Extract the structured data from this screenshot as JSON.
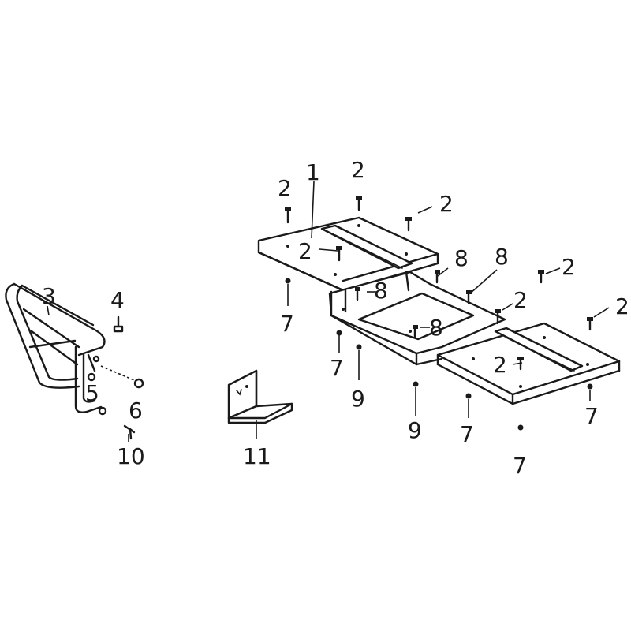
{
  "callouts": {
    "c1": "1",
    "c2a": "2",
    "c2b": "2",
    "c2c": "2",
    "c2d": "2",
    "c2e": "2",
    "c2f": "2",
    "c2g": "2",
    "c2h": "2",
    "c3": "3",
    "c4": "4",
    "c5": "5",
    "c6": "6",
    "c7a": "7",
    "c7b": "7",
    "c7c": "7",
    "c7d": "7",
    "c7e": "7",
    "c8a": "8",
    "c8b": "8",
    "c8c": "8",
    "c8d": "8",
    "c9a": "9",
    "c9b": "9",
    "c10": "10",
    "c11": "11"
  },
  "colors": {
    "ink": "#1a1a1a",
    "background": "#ffffff"
  }
}
